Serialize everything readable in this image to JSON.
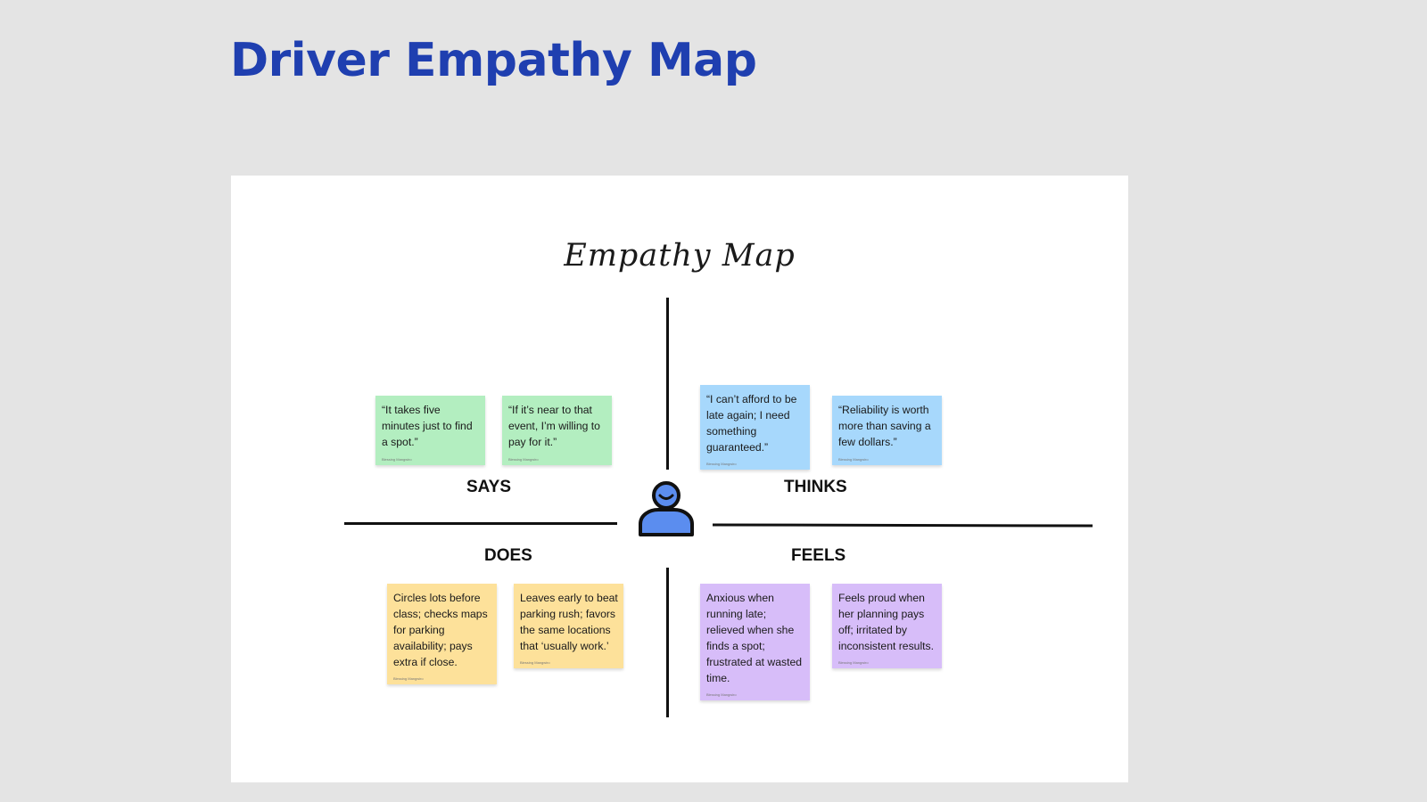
{
  "page": {
    "title": "Driver Empathy Map"
  },
  "board": {
    "title": "Empathy Map",
    "persona_icon": "person-icon",
    "colors": {
      "title": "#1f3fb0",
      "persona_fill": "#5b8def",
      "says": "#b3eec0",
      "thinks": "#a7d8fc",
      "does": "#fde19a",
      "feels": "#d7bdf9"
    },
    "quadrants": {
      "says": {
        "label": "SAYS",
        "notes": [
          {
            "text": "“It takes five minutes just to find a spot.”",
            "author": "Blessing Mangwiro"
          },
          {
            "text": "“If it’s near to that event, I’m willing to pay for it.”",
            "author": "Blessing Mangwiro"
          }
        ]
      },
      "thinks": {
        "label": "THINKS",
        "notes": [
          {
            "text": "“I can’t afford to be late again; I need something guaranteed.”",
            "author": "Blessing Mangwiro"
          },
          {
            "text": "“Reliability is worth more than saving a few dollars.”",
            "author": "Blessing Mangwiro"
          }
        ]
      },
      "does": {
        "label": "DOES",
        "notes": [
          {
            "text": "Circles lots before class; checks maps for parking availability; pays extra if close.",
            "author": "Blessing Mangwiro"
          },
          {
            "text": "Leaves early to beat parking rush; favors the same locations that ‘usually work.’",
            "author": "Blessing Mangwiro"
          }
        ]
      },
      "feels": {
        "label": "FEELS",
        "notes": [
          {
            "text": "Anxious when running late; relieved when she finds a spot; frustrated at wasted time.",
            "author": "Blessing Mangwiro"
          },
          {
            "text": "Feels proud when her planning pays off; irritated by inconsistent results.",
            "author": "Blessing Mangwiro"
          }
        ]
      }
    }
  }
}
